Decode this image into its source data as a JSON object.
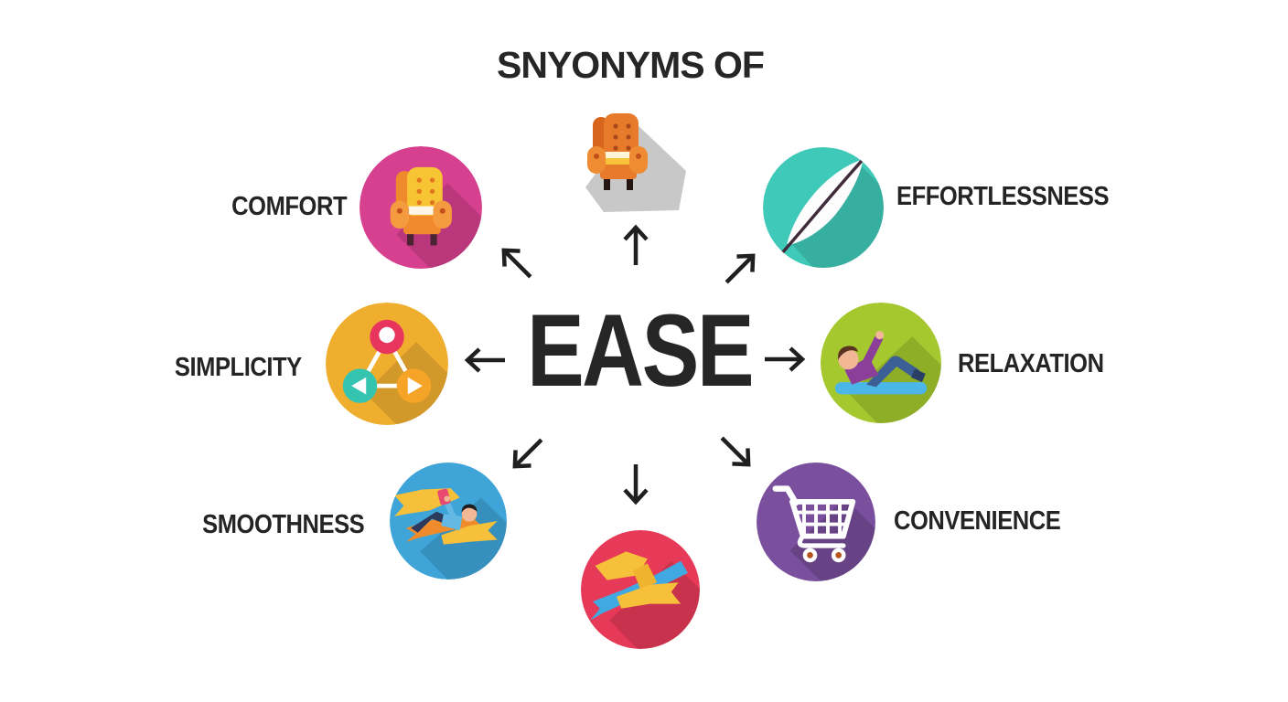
{
  "title": "SNYONYMS OF",
  "center_word": "EASE",
  "text_color": "#262626",
  "background_color": "#ffffff",
  "arrow_color": "#1f1f1f",
  "arrows": [
    "up",
    "up-left",
    "up-right",
    "left",
    "right",
    "down-left",
    "down",
    "down-right"
  ],
  "top_icon": {
    "name": "armchair-icon",
    "shadow_color": "#c8c8c8"
  },
  "nodes": [
    {
      "label": "COMFORT",
      "icon": "armchair-icon",
      "color": "#d6408f"
    },
    {
      "label": "EFFORTLESSNESS",
      "icon": "feather-icon",
      "color": "#3fc9b8"
    },
    {
      "label": "SIMPLICITY",
      "icon": "network-nodes-icon",
      "color": "#f0ae2f"
    },
    {
      "label": "RELAXATION",
      "icon": "relaxing-person-icon",
      "color": "#a5c82f"
    },
    {
      "label": "SMOOTHNESS",
      "icon": "ribbon-rider-icon",
      "color": "#3fa5d8"
    },
    {
      "label": "CONVENIENCE",
      "icon": "shopping-cart-icon",
      "color": "#7a4f9e"
    },
    {
      "label": "",
      "icon": "crossed-ribbons-icon",
      "color": "#e73a58"
    }
  ]
}
